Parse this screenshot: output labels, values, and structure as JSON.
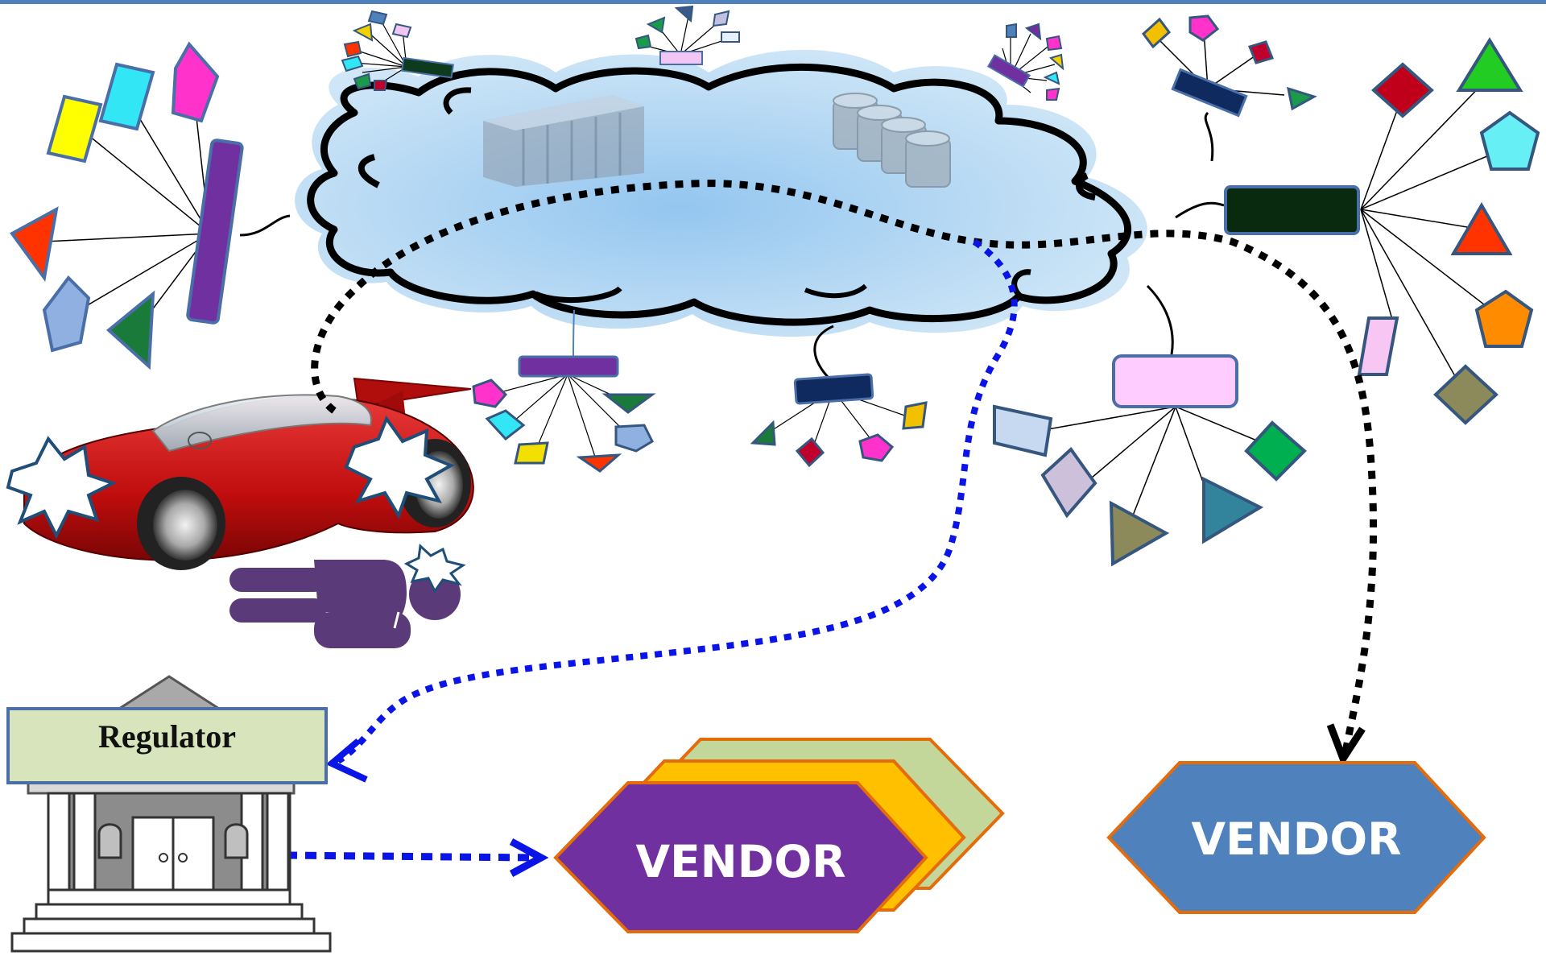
{
  "regulator": {
    "label": "Regulator"
  },
  "vendor_stack": {
    "label": "VENDOR"
  },
  "vendor_single": {
    "label": "VENDOR"
  },
  "colors": {
    "top_rule": "#4f81bd",
    "cloud_fill": "#b9dbf4",
    "cloud_outline": "#000000",
    "black_dotted": "#000000",
    "blue_dotted": "#0a14e6",
    "vendor_stack_back": "#c4d79b",
    "vendor_stack_middle": "#ffc000",
    "vendor_stack_front": "#7030a0",
    "vendor_single": "#4f81bd",
    "vendor_border": "#e46c0a",
    "regulator_label_fill": "#d7e4bc",
    "car": "#cc1111",
    "person": "#5b3a7a"
  },
  "icons": [
    "cloud",
    "server-rack",
    "database-stack",
    "device-cluster",
    "car",
    "crash-burst",
    "injured-person",
    "regulator-building",
    "vendor-hexagon"
  ]
}
